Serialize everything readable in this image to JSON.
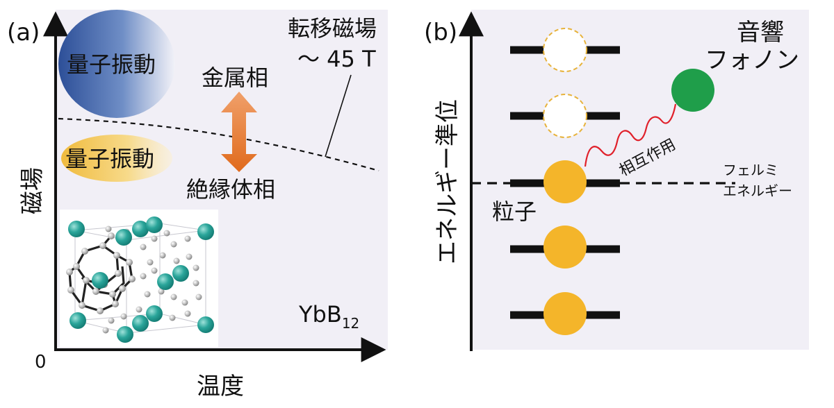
{
  "panel_a": {
    "tag": "(a)",
    "ylabel": "磁場",
    "xlabel": "温度",
    "origin": "0",
    "transition_field_title": "転移磁場",
    "transition_field_value": "～ 45 T",
    "quantum_oscillation_upper": "量子振動",
    "quantum_oscillation_lower": "量子振動",
    "metal_phase": "金属相",
    "insulator_phase": "絶縁体相",
    "compound_base": "YbB",
    "compound_sub": "12",
    "colors": {
      "upper_blob": "#3a5ea6",
      "lower_blob": "#f3c350",
      "arrow": "#e8782a",
      "atom_yb": "#2aa59a",
      "atom_b": "#b8b8b8"
    }
  },
  "panel_b": {
    "tag": "(b)",
    "ylabel": "エネルギー準位",
    "phonon_line1": "音響",
    "phonon_line2": "フォノン",
    "interaction": "相互作用",
    "fermi_line1": "フェルミ",
    "fermi_line2": "エネルギー",
    "particle": "粒子",
    "colors": {
      "particle": "#f4b52a",
      "phonon": "#1f9e4a",
      "wave": "#e0202a"
    }
  }
}
